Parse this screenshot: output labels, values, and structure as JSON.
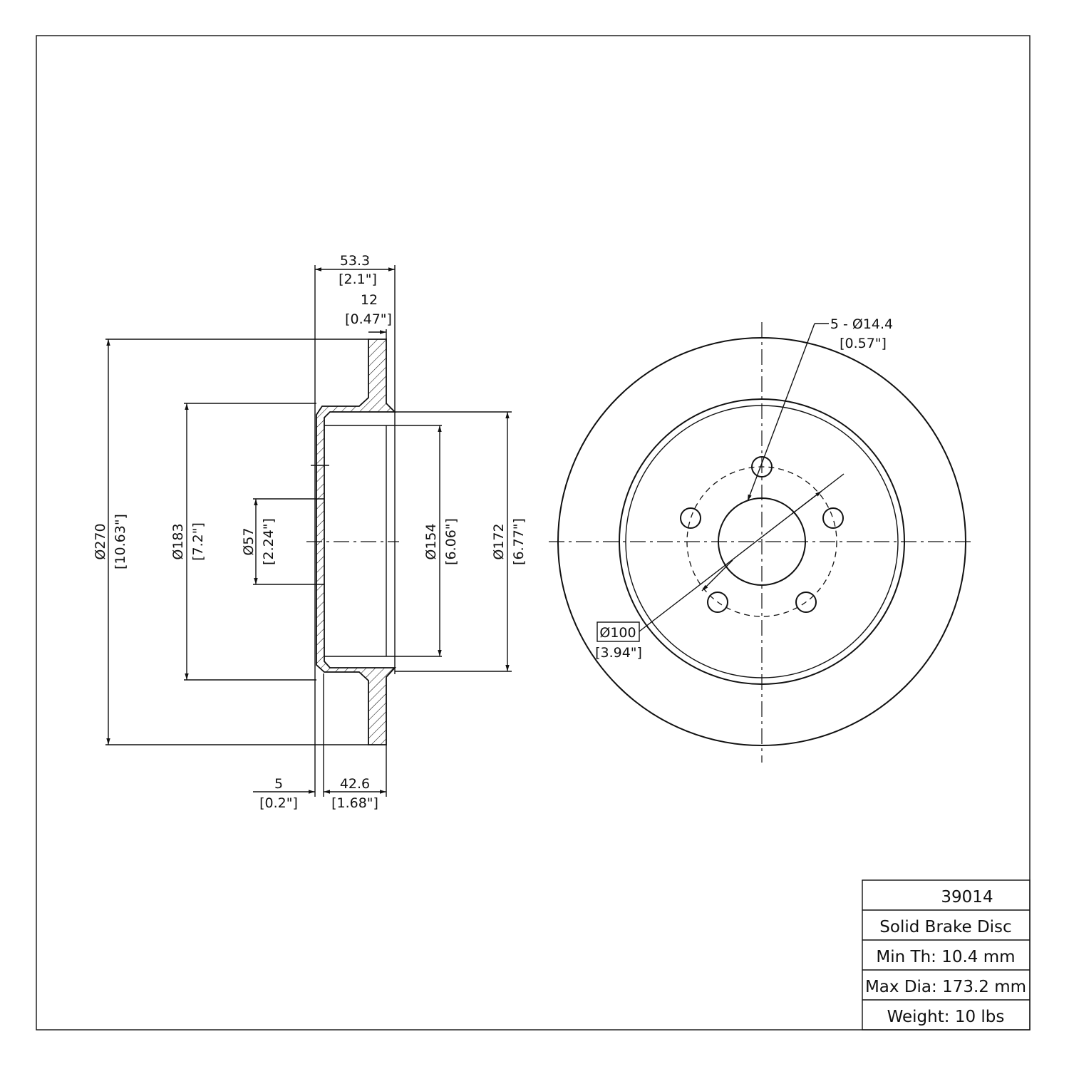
{
  "side_view": {
    "width_total": {
      "mm": "53.3",
      "in": "[2.1\"]"
    },
    "rotor_thickness": {
      "mm": "12",
      "in": "[0.47\"]"
    },
    "outer_dia": {
      "mm": "Ø270",
      "in": "[10.63\"]"
    },
    "hat_dia": {
      "mm": "Ø183",
      "in": "[7.2\"]"
    },
    "center_bore": {
      "mm": "Ø57",
      "in": "[2.24\"]"
    },
    "inner_dia_154": {
      "mm": "Ø154",
      "in": "[6.06\"]"
    },
    "inner_dia_172": {
      "mm": "Ø172",
      "in": "[6.77\"]"
    },
    "hat_offset": {
      "mm": "5",
      "in": "[0.2\"]"
    },
    "hat_height": {
      "mm": "42.6",
      "in": "[1.68\"]"
    }
  },
  "front_view": {
    "bolt_holes": {
      "mm": "5 - Ø14.4",
      "in": "[0.57\"]"
    },
    "bolt_circle": {
      "mm": "Ø100",
      "in": "[3.94\"]"
    }
  },
  "title_block": {
    "part_number": "39014",
    "type": "Solid Brake Disc",
    "min_thickness": "Min Th: 10.4 mm",
    "max_diameter": "Max Dia: 173.2 mm",
    "weight": "Weight: 10 lbs"
  }
}
